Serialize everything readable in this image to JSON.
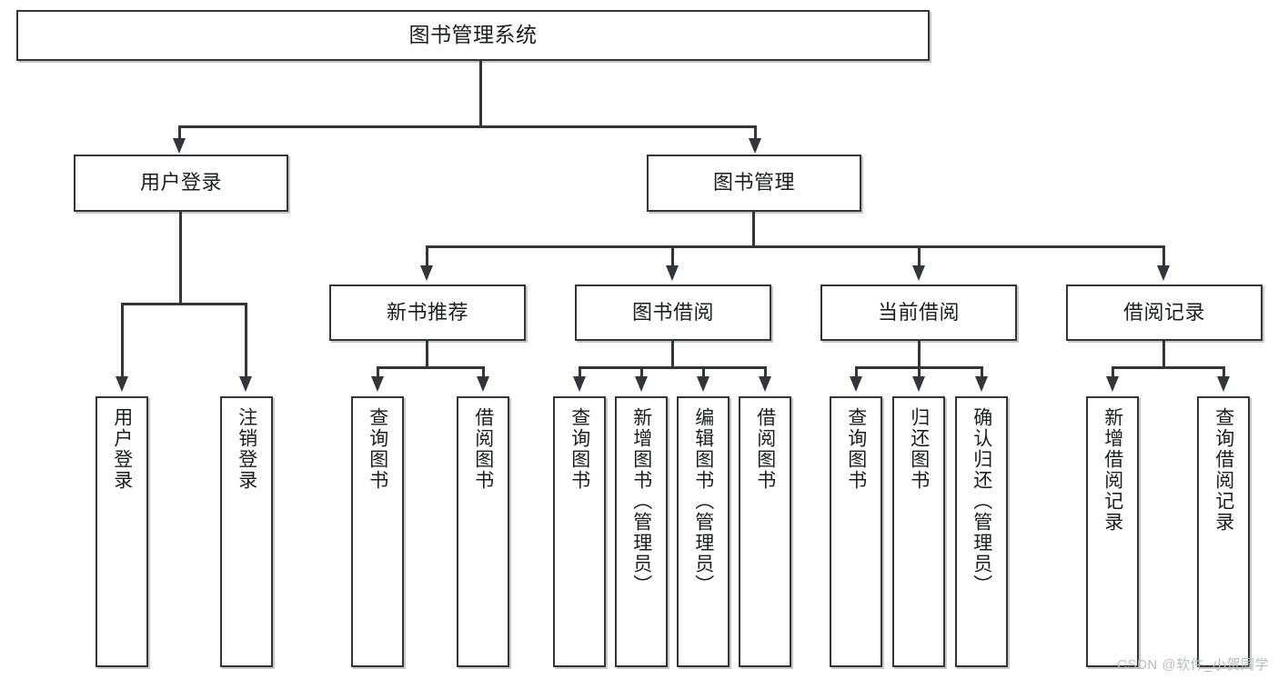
{
  "diagram": {
    "title": "图书管理系统",
    "type": "hierarchy-tree",
    "levels": 4,
    "root": {
      "label": "图书管理系统"
    },
    "level2": [
      {
        "label": "用户登录"
      },
      {
        "label": "图书管理"
      }
    ],
    "level3": [
      {
        "label": "新书推荐"
      },
      {
        "label": "图书借阅"
      },
      {
        "label": "当前借阅"
      },
      {
        "label": "借阅记录"
      }
    ],
    "leaves": {
      "user_login": [
        {
          "label": "用户登录"
        },
        {
          "label": "注销登录"
        }
      ],
      "new_book_recommend": [
        {
          "label": "查询图书"
        },
        {
          "label": "借阅图书"
        }
      ],
      "book_borrow": [
        {
          "label": "查询图书"
        },
        {
          "label": "新增图书（管理员）"
        },
        {
          "label": "编辑图书（管理员）"
        },
        {
          "label": "借阅图书"
        }
      ],
      "current_borrow": [
        {
          "label": "查询图书"
        },
        {
          "label": "归还图书"
        },
        {
          "label": "确认归还（管理员）"
        }
      ],
      "borrow_record": [
        {
          "label": "新增借阅记录"
        },
        {
          "label": "查询借阅记录"
        }
      ]
    }
  },
  "watermark": {
    "text": "CSDN @软件_小贺同学"
  },
  "colors": {
    "stroke": "#32353b",
    "box_fill": "#ffffff",
    "text": "#1b1d20",
    "watermark": "#b9bcc1",
    "background": "#ffffff"
  }
}
